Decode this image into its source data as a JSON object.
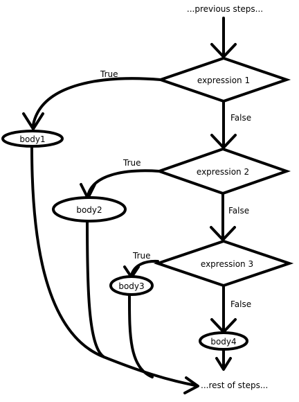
{
  "flowchart": {
    "start": "...previous steps...",
    "end": "...rest of steps...",
    "decisions": [
      {
        "label": "expression 1",
        "true_label": "True",
        "false_label": "False"
      },
      {
        "label": "expression 2",
        "true_label": "True",
        "false_label": "False"
      },
      {
        "label": "expression 3",
        "true_label": "True",
        "false_label": "False"
      }
    ],
    "bodies": [
      "body1",
      "body2",
      "body3",
      "body4"
    ]
  }
}
